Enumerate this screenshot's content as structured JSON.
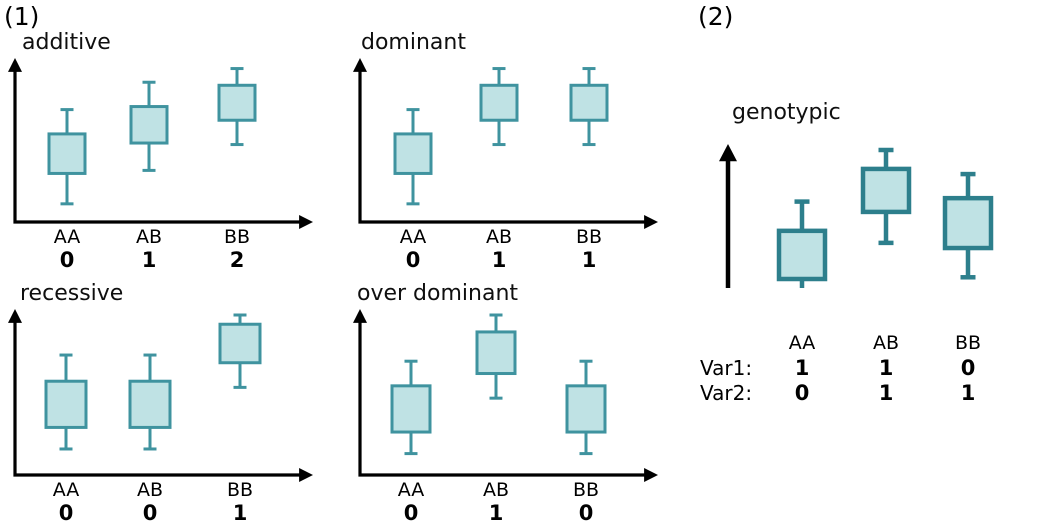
{
  "figure": {
    "group_1_tag": "(1)",
    "group_2_tag": "(2)",
    "colors": {
      "box_fill": "#bfe2e4",
      "box_stroke": "#3f939f",
      "box_stroke_strong": "#2d7f8c",
      "whisker": "#3f939f",
      "whisker_strong": "#2d7f8c",
      "axis": "#000000",
      "text": "#000000"
    }
  },
  "chart_data": [
    {
      "type": "box",
      "id": "additive",
      "title": "additive",
      "panel_group": "(1)",
      "categories": [
        "AA",
        "AB",
        "BB"
      ],
      "codes": [
        "0",
        "1",
        "2"
      ],
      "code_row_label": "",
      "ylim": [
        0,
        100
      ],
      "grid": false,
      "xlabel": "",
      "ylabel": "",
      "boxes": [
        {
          "category": "AA",
          "whisker_low": 8,
          "q1": 28,
          "q3": 54,
          "whisker_high": 70
        },
        {
          "category": "AB",
          "whisker_low": 30,
          "q1": 48,
          "q3": 72,
          "whisker_high": 88
        },
        {
          "category": "BB",
          "whisker_low": 47,
          "q1": 63,
          "q3": 86,
          "whisker_high": 97
        }
      ]
    },
    {
      "type": "box",
      "id": "dominant",
      "title": "dominant",
      "panel_group": "(1)",
      "categories": [
        "AA",
        "AB",
        "BB"
      ],
      "codes": [
        "0",
        "1",
        "1"
      ],
      "ylim": [
        0,
        100
      ],
      "grid": false,
      "xlabel": "",
      "ylabel": "",
      "boxes": [
        {
          "category": "AA",
          "whisker_low": 8,
          "q1": 28,
          "q3": 54,
          "whisker_high": 70
        },
        {
          "category": "AB",
          "whisker_low": 47,
          "q1": 63,
          "q3": 86,
          "whisker_high": 97
        },
        {
          "category": "BB",
          "whisker_low": 47,
          "q1": 63,
          "q3": 86,
          "whisker_high": 97
        }
      ]
    },
    {
      "type": "box",
      "id": "recessive",
      "title": "recessive",
      "panel_group": "(1)",
      "categories": [
        "AA",
        "AB",
        "BB"
      ],
      "codes": [
        "0",
        "0",
        "1"
      ],
      "ylim": [
        0,
        100
      ],
      "grid": false,
      "xlabel": "",
      "ylabel": "",
      "boxes": [
        {
          "category": "AA",
          "whisker_low": 13,
          "q1": 27,
          "q3": 57,
          "whisker_high": 74
        },
        {
          "category": "AB",
          "whisker_low": 13,
          "q1": 27,
          "q3": 57,
          "whisker_high": 74
        },
        {
          "category": "BB",
          "whisker_low": 53,
          "q1": 69,
          "q3": 94,
          "whisker_high": 100
        }
      ]
    },
    {
      "type": "box",
      "id": "over-dominant",
      "title": "over dominant",
      "panel_group": "(1)",
      "categories": [
        "AA",
        "AB",
        "BB"
      ],
      "codes": [
        "0",
        "1",
        "0"
      ],
      "ylim": [
        0,
        100
      ],
      "grid": false,
      "xlabel": "",
      "ylabel": "",
      "boxes": [
        {
          "category": "AA",
          "whisker_low": 10,
          "q1": 24,
          "q3": 54,
          "whisker_high": 70
        },
        {
          "category": "AB",
          "whisker_low": 46,
          "q1": 62,
          "q3": 89,
          "whisker_high": 100
        },
        {
          "category": "BB",
          "whisker_low": 10,
          "q1": 24,
          "q3": 54,
          "whisker_high": 70
        }
      ]
    },
    {
      "type": "box",
      "id": "genotypic",
      "title": "genotypic",
      "panel_group": "(2)",
      "categories": [
        "AA",
        "AB",
        "BB"
      ],
      "var_rows": [
        {
          "label": "Var1:",
          "values": [
            "1",
            "1",
            "0"
          ]
        },
        {
          "label": "Var2:",
          "values": [
            "0",
            "1",
            "1"
          ]
        }
      ],
      "ylim": [
        0,
        100
      ],
      "grid": false,
      "xlabel": "",
      "ylabel": "",
      "boxes": [
        {
          "category": "AA",
          "whisker_low": 8,
          "q1": 25,
          "q3": 53,
          "whisker_high": 70
        },
        {
          "category": "AB",
          "whisker_low": 46,
          "q1": 64,
          "q3": 89,
          "whisker_high": 100
        },
        {
          "category": "BB",
          "whisker_low": 26,
          "q1": 43,
          "q3": 72,
          "whisker_high": 86
        }
      ]
    }
  ]
}
